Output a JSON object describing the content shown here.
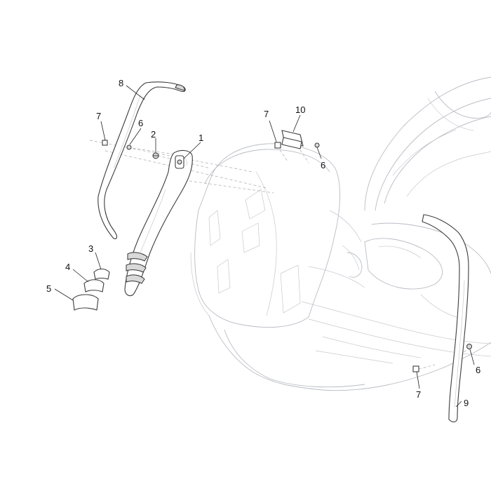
{
  "callouts": {
    "c1": "1",
    "c2": "2",
    "c3": "3",
    "c4": "4",
    "c5": "5",
    "c6a": "6",
    "c6b": "6",
    "c6c": "6",
    "c7a": "7",
    "c7b": "7",
    "c7c": "7",
    "c8": "8",
    "c9": "9",
    "c10": "10"
  },
  "colors": {
    "line": "#3c3c3c",
    "ghost": "#b9bcc4",
    "background": "#ffffff"
  }
}
